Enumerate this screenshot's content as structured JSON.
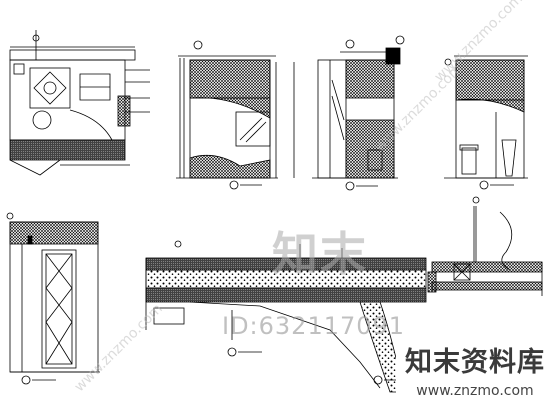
{
  "watermark": {
    "logo_text": "知末",
    "id_text": "ID:632117091",
    "brand": "知末资料库",
    "url": "www.znzmo.com",
    "diagonal_text": "www.znzmo.com"
  },
  "colors": {
    "line": "#000000",
    "background": "#ffffff",
    "watermark": "#aaaaaa"
  }
}
